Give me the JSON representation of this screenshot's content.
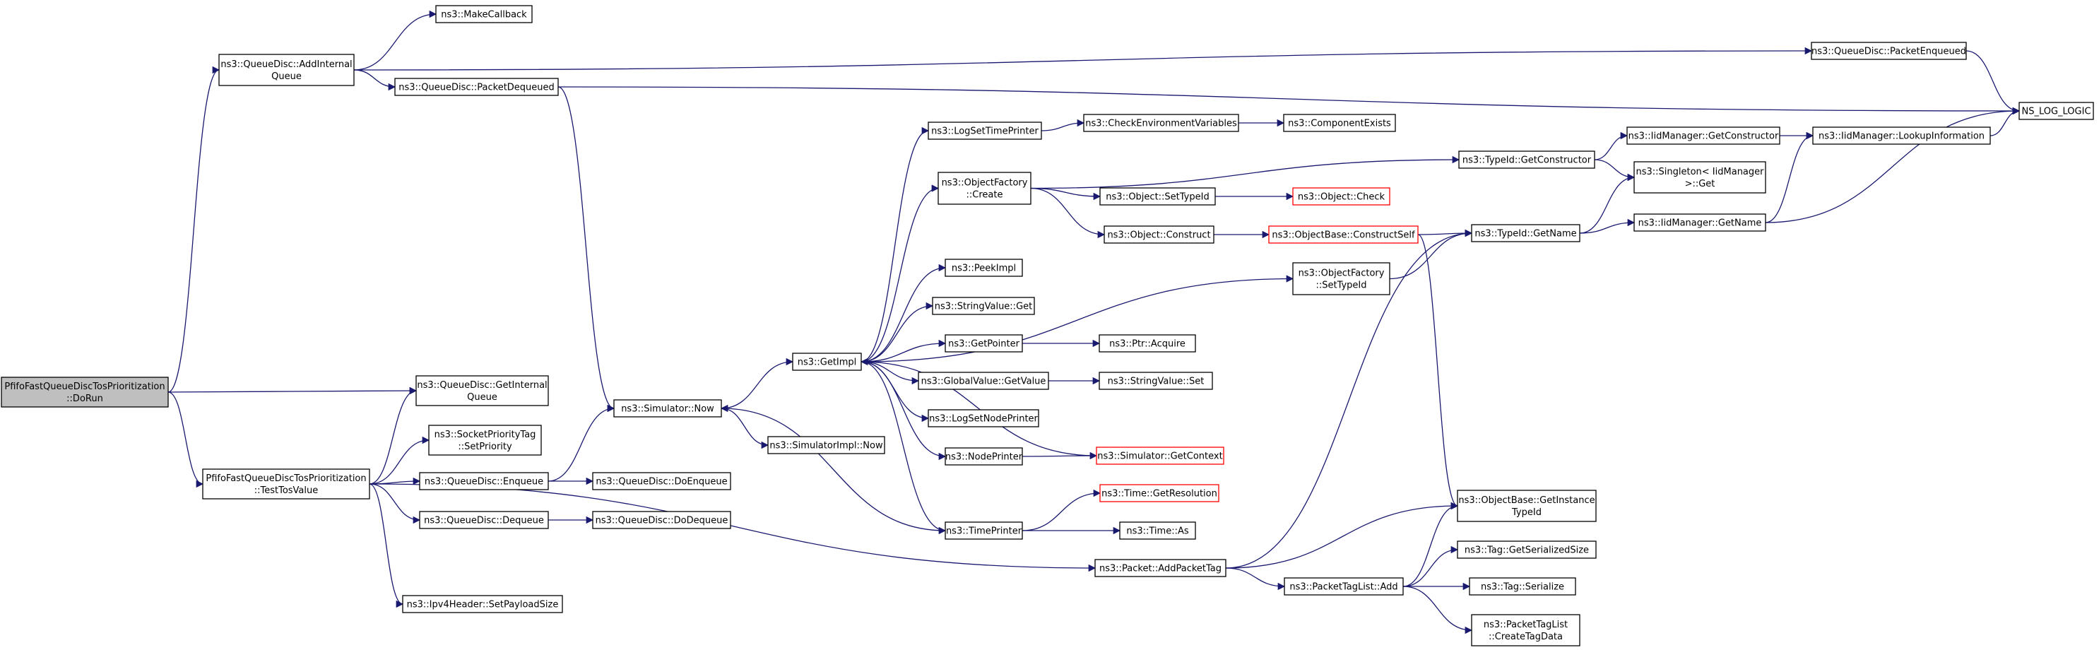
{
  "colors": {
    "edge": "#191970",
    "border": "#000000",
    "border_red": "#ff0000",
    "root_fill": "#bfbfbf"
  },
  "nodes": {
    "doRun": [
      "PfifoFastQueueDiscTosPrioritization",
      "::DoRun"
    ],
    "addInternalQueue": [
      "ns3::QueueDisc::AddInternal",
      "Queue"
    ],
    "makeCallback": [
      "ns3::MakeCallback"
    ],
    "packetEnqueued": [
      "ns3::QueueDisc::PacketEnqueued"
    ],
    "packetDequeued": [
      "ns3::QueueDisc::PacketDequeued"
    ],
    "nsLogLogic": [
      "NS_LOG_LOGIC"
    ],
    "getInternalQueue": [
      "ns3::QueueDisc::GetInternal",
      "Queue"
    ],
    "testTosValue": [
      "PfifoFastQueueDiscTosPrioritization",
      "::TestTosValue"
    ],
    "setPriority": [
      "ns3::SocketPriorityTag",
      "::SetPriority"
    ],
    "enqueue": [
      "ns3::QueueDisc::Enqueue"
    ],
    "doEnqueue": [
      "ns3::QueueDisc::DoEnqueue"
    ],
    "dequeue": [
      "ns3::QueueDisc::Dequeue"
    ],
    "doDequeue": [
      "ns3::QueueDisc::DoDequeue"
    ],
    "setPayloadSize": [
      "ns3::Ipv4Header::SetPayloadSize"
    ],
    "simNow": [
      "ns3::Simulator::Now"
    ],
    "simImplNow": [
      "ns3::SimulatorImpl::Now"
    ],
    "getImpl": [
      "ns3::GetImpl"
    ],
    "logSetTimePrinter": [
      "ns3::LogSetTimePrinter"
    ],
    "checkEnv": [
      "ns3::CheckEnvironmentVariables"
    ],
    "componentExists": [
      "ns3::ComponentExists"
    ],
    "objFactoryCreate": [
      "ns3::ObjectFactory",
      "::Create"
    ],
    "peekImpl": [
      "ns3::PeekImpl"
    ],
    "stringValueGet": [
      "ns3::StringValue::Get"
    ],
    "getPointer": [
      "ns3::GetPointer"
    ],
    "ptrAcquire": [
      "ns3::Ptr::Acquire"
    ],
    "globalValueGet": [
      "ns3::GlobalValue::GetValue"
    ],
    "stringValueSet": [
      "ns3::StringValue::Set"
    ],
    "logSetNodePrinter": [
      "ns3::LogSetNodePrinter"
    ],
    "nodePrinter": [
      "ns3::NodePrinter"
    ],
    "getContext": [
      "ns3::Simulator::GetContext"
    ],
    "timePrinter": [
      "ns3::TimePrinter"
    ],
    "getResolution": [
      "ns3::Time::GetResolution"
    ],
    "timeAs": [
      "ns3::Time::As"
    ],
    "objSetTypeId": [
      "ns3::Object::SetTypeId"
    ],
    "objCheck": [
      "ns3::Object::Check"
    ],
    "objConstruct": [
      "ns3::Object::Construct"
    ],
    "constructSelf": [
      "ns3::ObjectBase::ConstructSelf"
    ],
    "objFactorySetTypeId": [
      "ns3::ObjectFactory",
      "::SetTypeId"
    ],
    "typeIdGetConstructor": [
      "ns3::TypeId::GetConstructor"
    ],
    "iidGetConstructor": [
      "ns3::IidManager::GetConstructor"
    ],
    "lookupInfo": [
      "ns3::IidManager::LookupInformation"
    ],
    "singletonGet": [
      "ns3::Singleton< IidManager",
      " >::Get"
    ],
    "typeIdGetName": [
      "ns3::TypeId::GetName"
    ],
    "iidGetName": [
      "ns3::IidManager::GetName"
    ],
    "getInstanceTypeId": [
      "ns3::ObjectBase::GetInstance",
      "TypeId"
    ],
    "addPacketTag": [
      "ns3::Packet::AddPacketTag"
    ],
    "tagGetSerSize": [
      "ns3::Tag::GetSerializedSize"
    ],
    "tagListAdd": [
      "ns3::PacketTagList::Add"
    ],
    "tagSerialize": [
      "ns3::Tag::Serialize"
    ],
    "createTagData": [
      "ns3::PacketTagList",
      "::CreateTagData"
    ]
  }
}
